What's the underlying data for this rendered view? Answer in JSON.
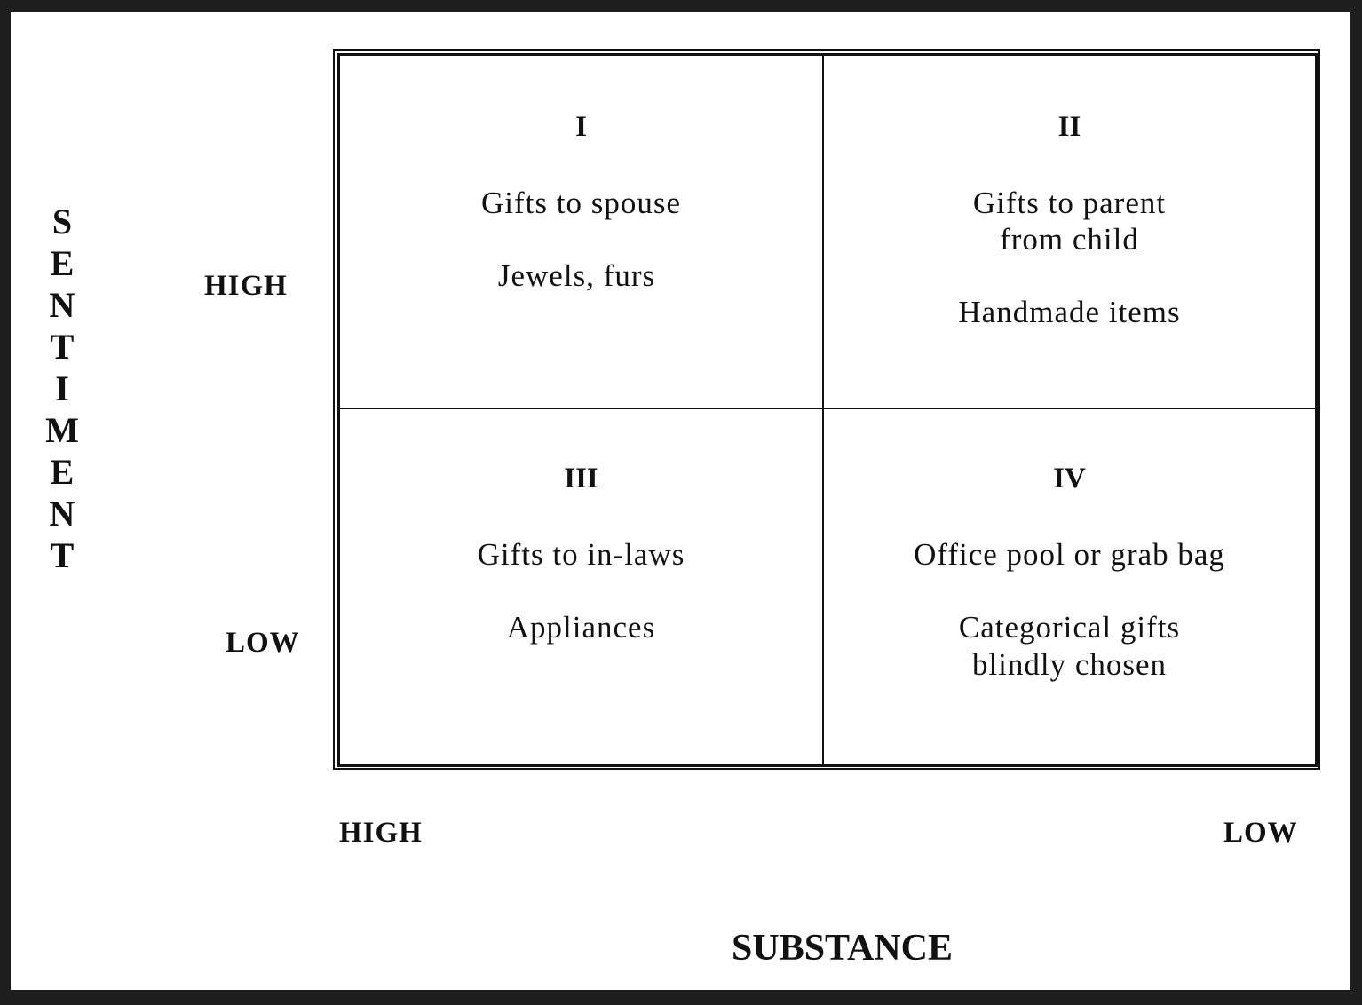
{
  "y_axis": {
    "title_letters": [
      "S",
      "E",
      "N",
      "T",
      "I",
      "M",
      "E",
      "N",
      "T"
    ],
    "high_label": "HIGH",
    "low_label": "LOW"
  },
  "x_axis": {
    "title": "SUBSTANCE",
    "high_label": "HIGH",
    "low_label": "LOW"
  },
  "quadrants": [
    {
      "numeral": "I",
      "lines": [
        "Gifts to spouse",
        "Jewels, furs"
      ]
    },
    {
      "numeral": "II",
      "lines": [
        "Gifts to parent",
        "from child",
        "Handmade items"
      ]
    },
    {
      "numeral": "III",
      "lines": [
        "Gifts to in-laws",
        "Appliances"
      ]
    },
    {
      "numeral": "IV",
      "lines": [
        "Office pool or grab bag",
        "Categorical gifts",
        "blindly chosen"
      ]
    }
  ]
}
